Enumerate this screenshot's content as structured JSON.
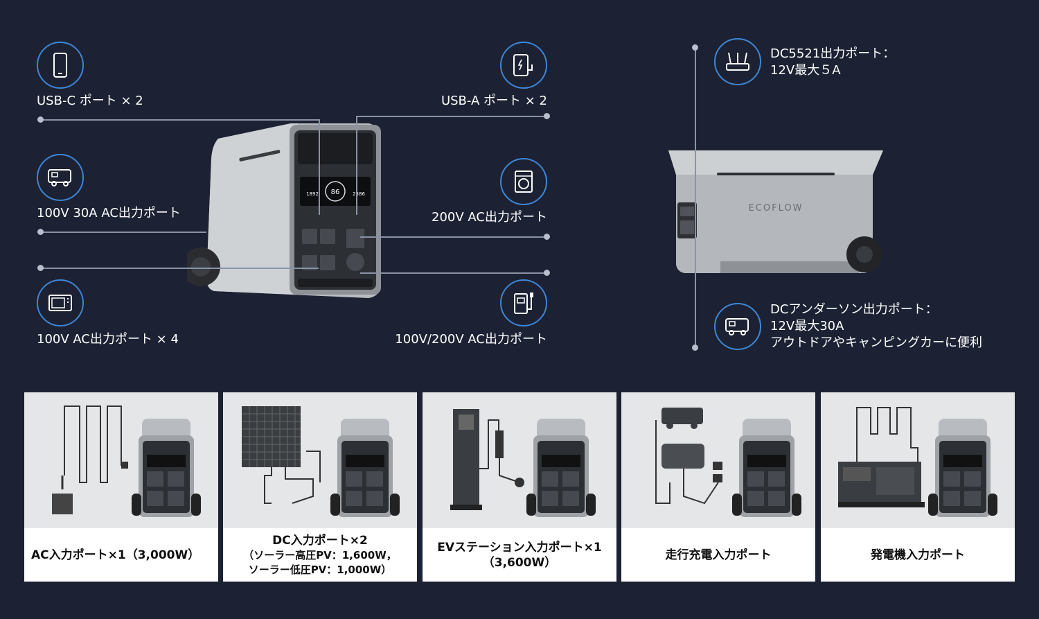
{
  "features": {
    "usbc": {
      "label": "USB-C ポート × 2",
      "icon": "phone-icon"
    },
    "usba": {
      "label": "USB-A ポート × 2",
      "icon": "power-bank-icon"
    },
    "ac30a": {
      "label": "100V 30A AC出力ポート",
      "icon": "camper-icon"
    },
    "ac200": {
      "label": "200V AC出力ポート",
      "icon": "washing-machine-icon"
    },
    "ac100x4": {
      "label": "100V AC出力ポート × 4",
      "icon": "microwave-icon"
    },
    "ac100_200": {
      "label": "100V/200V AC出力ポート",
      "icon": "ev-charger-icon"
    },
    "dc5521": {
      "line1": "DC5521出力ポート：",
      "line2": "12V最大５A",
      "icon": "router-icon"
    },
    "anderson": {
      "line1": "DCアンダーソン出力ポート：",
      "line2": "12V最大30A",
      "line3": "アウトドアやキャンピングカーに便利",
      "icon": "camper-icon"
    }
  },
  "device": {
    "brand": "ECOFLOW",
    "display_left": "1892",
    "display_center": "86",
    "display_right": "2386"
  },
  "cards": [
    {
      "title": "AC入力ポート×1（3,000W）"
    },
    {
      "title": "DC入力ポート×2",
      "sub1": "（ソーラー高圧PV：1,600W，",
      "sub2": "ソーラー低圧PV：1,000W）"
    },
    {
      "title": "EVステーション入力ポート×1",
      "sub1": "（3,600W）"
    },
    {
      "title": "走行充電入力ポート"
    },
    {
      "title": "発電機入力ポート"
    }
  ],
  "colors": {
    "background": "#1c2233",
    "accent": "#3f86d6"
  }
}
